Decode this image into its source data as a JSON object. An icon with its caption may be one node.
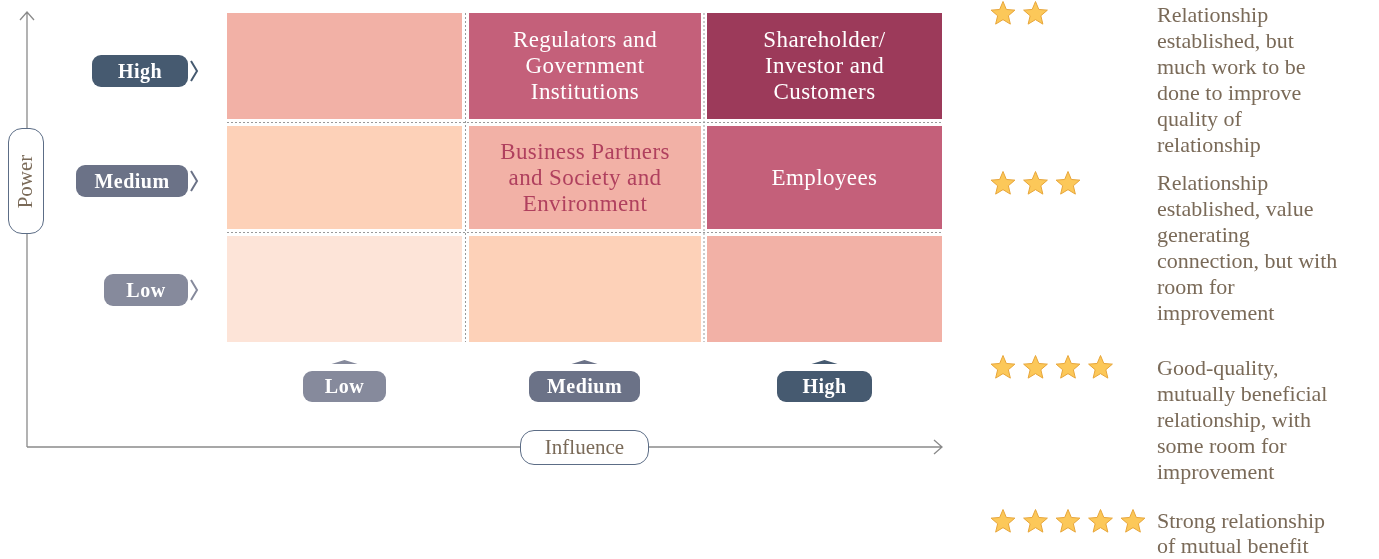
{
  "diagram": {
    "nodes": [
      {
        "text": [
          "Power"
        ]
      },
      {
        "text": [
          "High"
        ]
      },
      {
        "text": [],
        "shape": "box"
      },
      {
        "text": [
          "Regulators and Government Institutions"
        ]
      },
      {
        "text": [
          "Shareholder/ Investor and Customers"
        ]
      },
      {
        "text": [
          "Medium"
        ]
      },
      {
        "text": [],
        "shape": "box"
      },
      {
        "text": [
          "Business Partners and Society and Environment"
        ]
      },
      {
        "text": [
          "Employees"
        ]
      },
      {
        "text": [
          "Low"
        ]
      },
      {
        "text": [],
        "shape": "box"
      },
      {
        "text": [],
        "shape": "box"
      },
      {
        "text": [],
        "shape": "box"
      },
      {
        "text": [
          "Low"
        ]
      },
      {
        "text": [
          "Medium"
        ]
      },
      {
        "text": [
          "High"
        ]
      },
      {
        "text": [
          "Influence"
        ]
      }
    ],
    "labels": [
      "Relationship established, but much work to be done to improve quality of relationship",
      "Relationship established, value generating connection, but with room for improvement",
      "Good-quality, mutually beneficial relationship, with some room for improvement",
      "Strong relationship of mutual benefit"
    ]
  }
}
